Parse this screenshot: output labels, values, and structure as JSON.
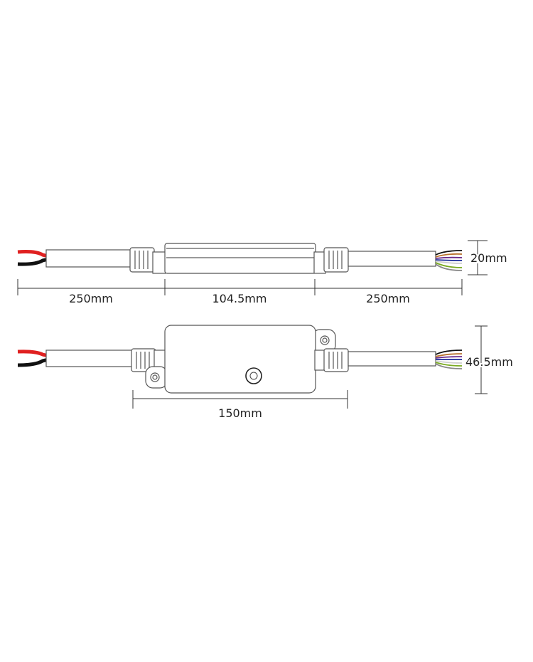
{
  "side_view": {
    "dims": {
      "left_cable": "250mm",
      "body": "104.5mm",
      "right_cable": "250mm",
      "height": "20mm"
    }
  },
  "top_view": {
    "dims": {
      "length": "150mm",
      "width": "46.5mm"
    }
  },
  "colors": {
    "input_wires": [
      "#e02020",
      "#111111"
    ],
    "output_wires": [
      "#111111",
      "#b8702a",
      "#6a2a8a",
      "#1a2a9a",
      "#cfcfcf",
      "#7aaa22",
      "#888888"
    ]
  }
}
